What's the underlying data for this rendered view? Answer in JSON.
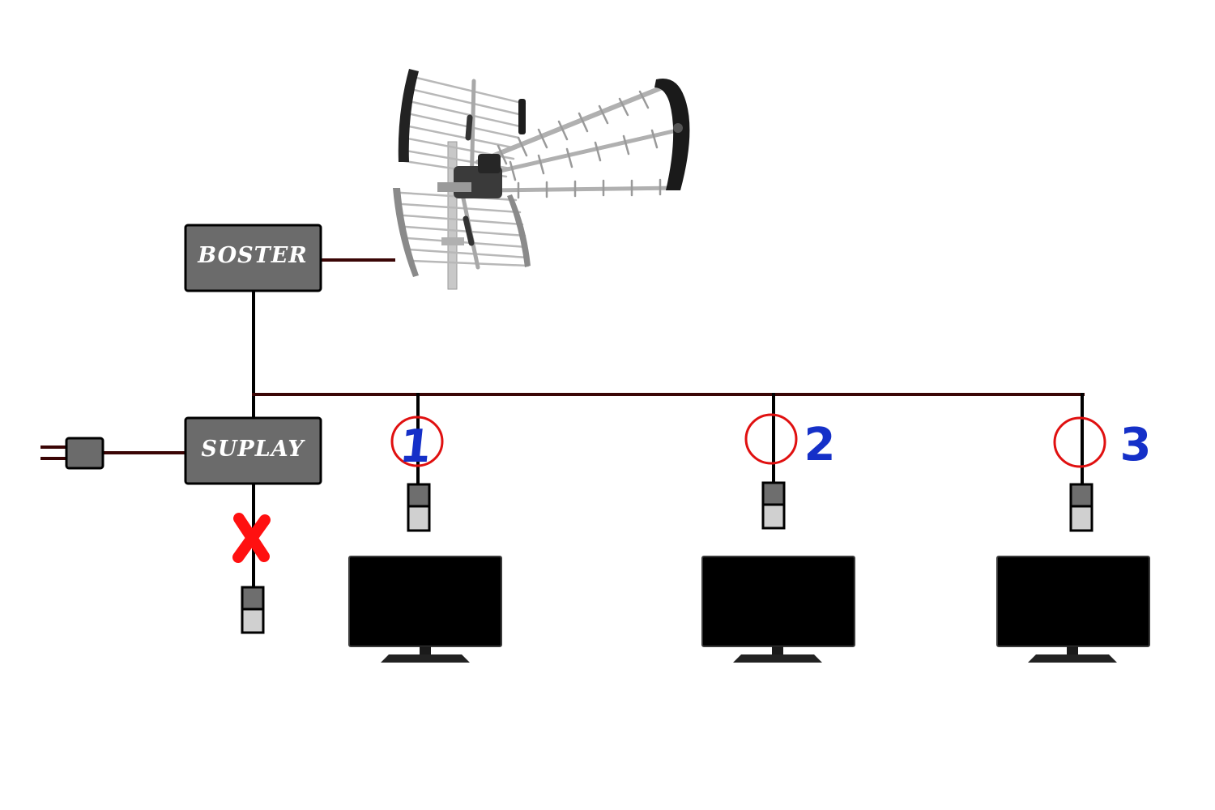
{
  "devices": {
    "booster": {
      "label": "BOSTER"
    },
    "supply": {
      "label": "SUPLAY"
    }
  },
  "outlets": [
    {
      "number": "1"
    },
    {
      "number": "2"
    },
    {
      "number": "3"
    }
  ],
  "colors": {
    "cable": "#3a0505",
    "box_fill": "#6b6b6b",
    "connector_top": "#6e6e6e",
    "connector_bottom": "#d0d0d0",
    "highlight_ring": "#e01010",
    "outlet_number": "#1530c8",
    "blocked_mark": "#ff1010"
  },
  "icons": {
    "antenna": "antenna-icon",
    "power_plug": "power-plug-icon",
    "tv": "tv-icon",
    "blocked": "x-mark-icon"
  }
}
